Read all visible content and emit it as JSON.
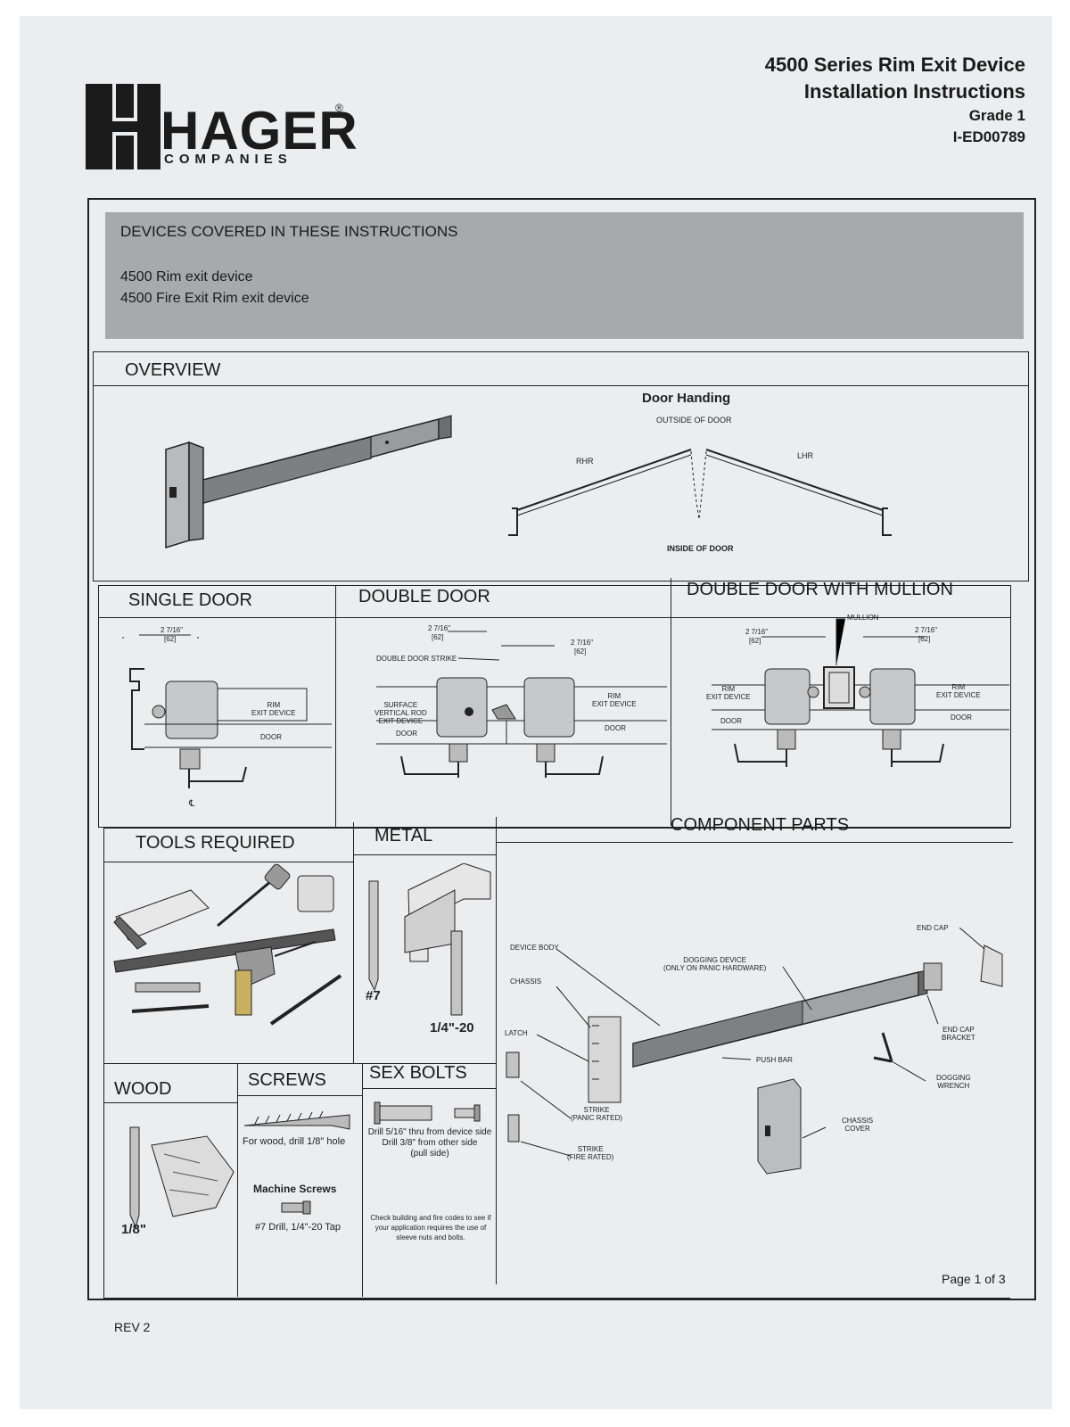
{
  "header": {
    "logo_word": "HAGER",
    "logo_sub": "COMPANIES",
    "logo_reg": "®",
    "title_line1": "4500 Series Rim Exit Device",
    "title_line2": "Installation Instructions",
    "grade": "Grade 1",
    "doc_number": "I-ED00789"
  },
  "devices": {
    "heading": "DEVICES COVERED IN THESE INSTRUCTIONS",
    "items": [
      "4500 Rim exit device",
      "4500 Fire Exit Rim exit device"
    ]
  },
  "overview": {
    "title": "OVERVIEW",
    "door_handing_title": "Door Handing",
    "outside_label": "OUTSIDE OF DOOR",
    "inside_label": "INSIDE OF DOOR",
    "rhr": "RHR",
    "lhr": "LHR"
  },
  "single_door": {
    "title": "SINGLE DOOR",
    "dim": "2 7/16\"",
    "dim_mm": "[62]",
    "device_label": "RIM\nEXIT DEVICE",
    "door_label": "DOOR",
    "cl": "℄"
  },
  "double_door": {
    "title": "DOUBLE DOOR",
    "dim": "2 7/16\"",
    "dim_mm": "[62]",
    "strike_label": "DOUBLE DOOR STRIKE",
    "svr_label": "SURFACE\nVERTICAL ROD\nEXIT DEVICE",
    "rim_label": "RIM\nEXIT DEVICE",
    "door_label": "DOOR"
  },
  "double_mullion": {
    "title": "DOUBLE DOOR WITH MULLION",
    "mullion_label": "MULLION",
    "dim": "2 7/16\"",
    "dim_mm": "[62]",
    "rim_label": "RIM\nEXIT DEVICE",
    "door_label": "DOOR"
  },
  "tools": {
    "title": "TOOLS REQUIRED"
  },
  "metal": {
    "title": "METAL",
    "drill": "#7",
    "tap": "1/4\"-20"
  },
  "wood": {
    "title": "WOOD",
    "drill": "1/8\""
  },
  "screws": {
    "title": "SCREWS",
    "wood_text": "For wood, drill 1/8\" hole",
    "machine_title": "Machine Screws",
    "machine_text": "#7 Drill, 1/4\"-20 Tap"
  },
  "sex_bolts": {
    "title": "SEX BOLTS",
    "text1": "Drill 5/16\" thru from device side",
    "text2": "Drill 3/8\" from other side",
    "text3": "(pull side)",
    "note": "Check building and fire codes to see if your application requires the use of sleeve nuts and bolts."
  },
  "components": {
    "title": "COMPONENT PARTS",
    "device_body": "DEVICE BODY",
    "chassis": "CHASSIS",
    "latch": "LATCH",
    "dogging_device": "DOGGING DEVICE\n(ONLY ON PANIC HARDWARE)",
    "end_cap": "END CAP",
    "end_cap_bracket": "END CAP\nBRACKET",
    "push_bar": "PUSH BAR",
    "dogging_wrench": "DOGGING\nWRENCH",
    "strike_panic": "STRIKE\n(PANIC RATED)",
    "strike_fire": "STRIKE\n(FIRE RATED)",
    "chassis_cover": "CHASSIS\nCOVER"
  },
  "footer": {
    "page": "Page 1 of 3",
    "rev": "REV 2"
  }
}
